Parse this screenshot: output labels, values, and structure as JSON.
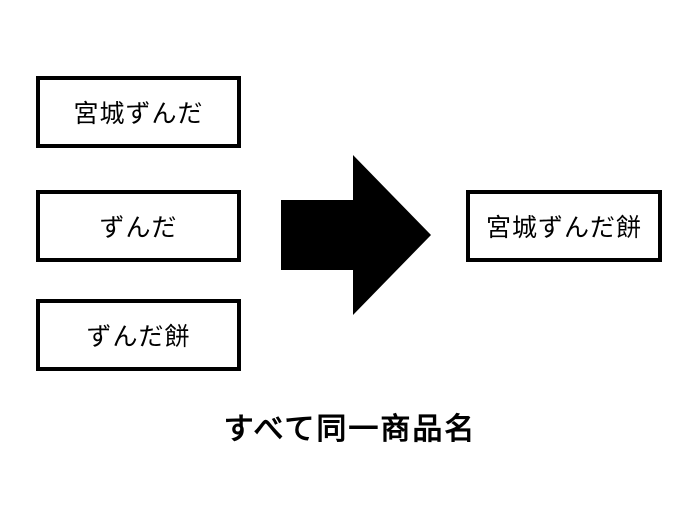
{
  "diagram": {
    "inputs": [
      {
        "label": "宮城ずんだ"
      },
      {
        "label": "ずんだ"
      },
      {
        "label": "ずんだ餅"
      }
    ],
    "arrow": {
      "icon": "right-arrow-icon"
    },
    "output": {
      "label": "宮城ずんだ餅"
    },
    "caption": "すべて同一商品名",
    "colors": {
      "stroke": "#000000",
      "fill": "#ffffff",
      "arrow": "#000000"
    }
  }
}
